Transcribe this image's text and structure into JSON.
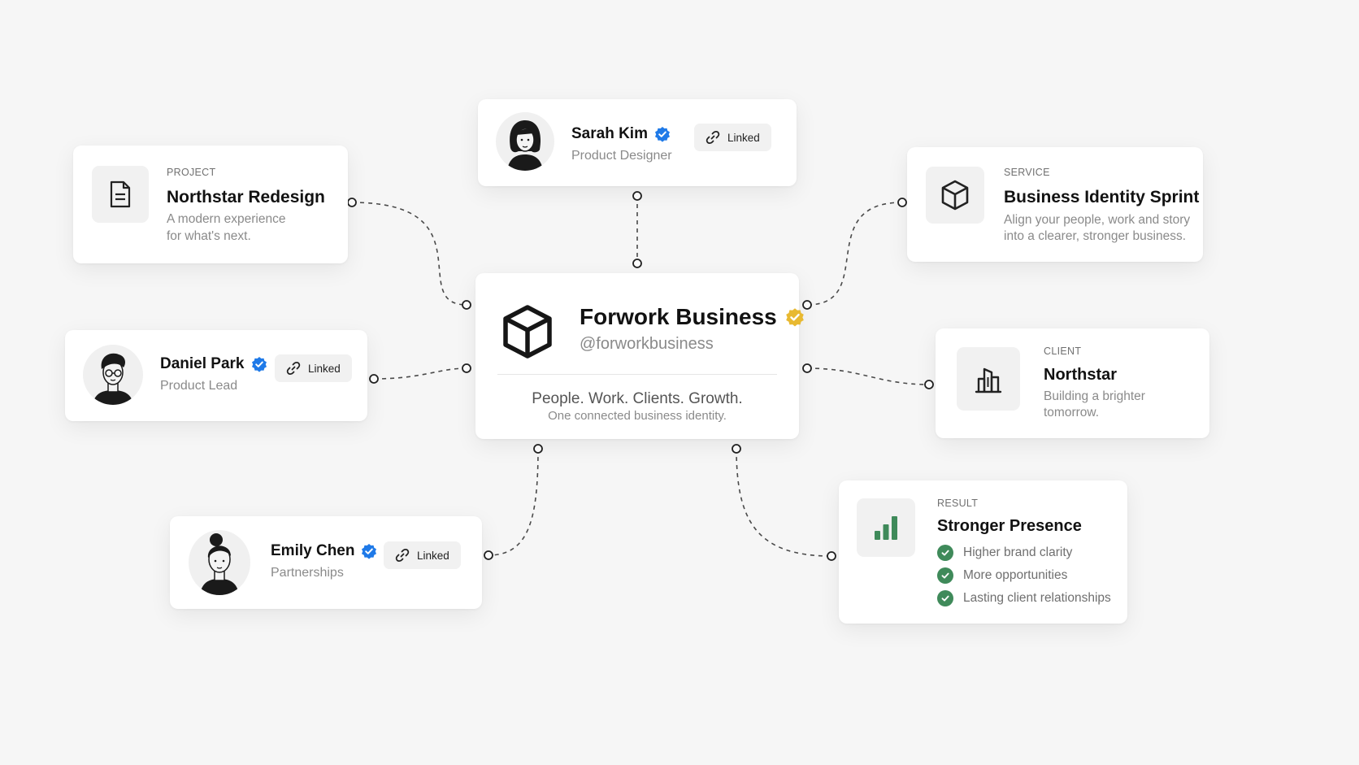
{
  "hub": {
    "title": "Forwork Business",
    "handle": "@forworkbusiness",
    "tagline": "People. Work. Clients. Growth.",
    "subtitle": "One connected business identity.",
    "icon": "cube-icon",
    "badge_color": "#e8b931"
  },
  "linked_label": "Linked",
  "people": [
    {
      "name": "Sarah Kim",
      "role": "Product Designer",
      "verified": true,
      "linked": "Linked"
    },
    {
      "name": "Daniel Park",
      "role": "Product Lead",
      "verified": true,
      "linked": "Linked"
    },
    {
      "name": "Emily Chen",
      "role": "Partnerships",
      "verified": true,
      "linked": "Linked"
    }
  ],
  "project": {
    "kicker": "PROJECT",
    "title": "Northstar Redesign",
    "desc_line1": "A modern experience",
    "desc_line2": "for what's next.",
    "icon": "document-icon"
  },
  "service": {
    "kicker": "SERVICE",
    "title": "Business Identity Sprint",
    "desc_line1": "Align your people, work and story",
    "desc_line2": "into a clearer, stronger business.",
    "icon": "cube-icon"
  },
  "client": {
    "kicker": "CLIENT",
    "title": "Northstar",
    "desc_line1": "Building a brighter",
    "desc_line2": "tomorrow.",
    "icon": "buildings-icon"
  },
  "result": {
    "kicker": "RESULT",
    "title": "Stronger Presence",
    "icon": "bar-chart-icon",
    "items": [
      "Higher brand clarity",
      "More opportunities",
      "Lasting client relationships"
    ]
  },
  "colors": {
    "verified_blue": "#1f7ae8",
    "success_green": "#3f8a5a",
    "hub_badge_gold": "#e8b931"
  }
}
